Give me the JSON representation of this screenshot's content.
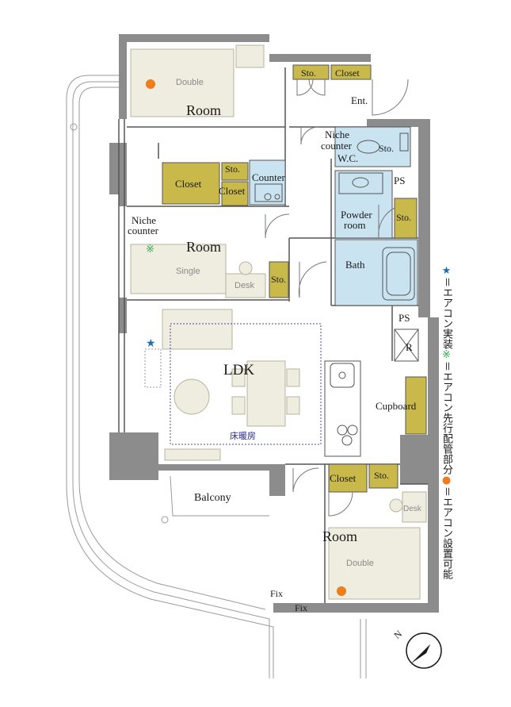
{
  "rooms": {
    "room_nw": "Room",
    "room_mid": "Room",
    "room_se": "Room",
    "ldk": "LDK",
    "floor_heating": "床暖房",
    "balcony": "Balcony",
    "entrance": "Ent.",
    "wc": "W.C.",
    "niche_counter_wc_1": "Niche",
    "niche_counter_wc_2": "counter",
    "niche_counter_room_1": "Niche",
    "niche_counter_room_2": "counter",
    "powder_room_1": "Powder",
    "powder_room_2": "room",
    "bath": "Bath",
    "ps_upper": "PS",
    "ps_lower": "PS",
    "refrigerator": "R",
    "cupboard": "Cupboard",
    "counter": "Counter"
  },
  "storage": {
    "sto_top": "Sto.",
    "closet_top": "Closet",
    "sto_wc": "Sto.",
    "closet_nw": "Closet",
    "sto_nw": "Sto.",
    "closet_nw2": "Closet",
    "sto_powder": "Sto.",
    "sto_room_mid": "Sto.",
    "closet_se": "Closet",
    "sto_se": "Sto."
  },
  "furniture": {
    "bed_nw": "Double",
    "bed_mid": "Single",
    "desk_mid": "Desk",
    "bed_se": "Double",
    "desk_se": "Desk"
  },
  "windows": {
    "fix_1": "Fix",
    "fix_2": "Fix"
  },
  "legend": {
    "star_symbol": "★",
    "star_text": "＝エアコン実装",
    "asterisk_symbol": "※",
    "asterisk_text": "＝エアコン先行配管部分",
    "dot_symbol": "●",
    "dot_text": "＝エアコン設置可能",
    "star_color": "#1a6fc0",
    "asterisk_color": "#2bae48",
    "dot_color": "#ef7d1a"
  },
  "compass": {
    "north_label": "N"
  },
  "colors": {
    "wall": "#8c8c8c",
    "closet_fill": "#c8b94a",
    "wet_area_fill": "#c9e3f1",
    "furniture_fill": "#efece0"
  }
}
